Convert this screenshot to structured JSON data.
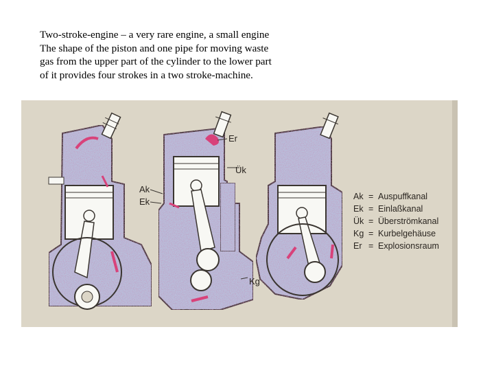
{
  "caption": {
    "lines": [
      "Two-stroke-engine – a very rare engine, a small engine",
      "The shape of the piston and one pipe for moving  waste",
      "gas from the upper part of the cylinder to the lower part",
      "of it provides four strokes in a two stroke-machine."
    ]
  },
  "diagram": {
    "colors": {
      "paper": "#dcd6c7",
      "ink": "#3a3530",
      "gas_fill": "#b9bedb",
      "arrow": "#d8427a",
      "white": "#f8f8f4"
    },
    "part_labels": {
      "er": "Er",
      "uk": "Ük",
      "ak": "Ak",
      "ek": "Ek",
      "kg": "Kg"
    },
    "legend": [
      {
        "abbr": "Ak",
        "eq": "=",
        "term": "Auspuffkanal"
      },
      {
        "abbr": "Ek",
        "eq": "=",
        "term": "Einlaßkanal"
      },
      {
        "abbr": "Ük",
        "eq": "=",
        "term": "Überströmkanal"
      },
      {
        "abbr": "Kg",
        "eq": "=",
        "term": "Kurbelgehäuse"
      },
      {
        "abbr": "Er",
        "eq": "=",
        "term": "Explosionsraum"
      }
    ]
  }
}
